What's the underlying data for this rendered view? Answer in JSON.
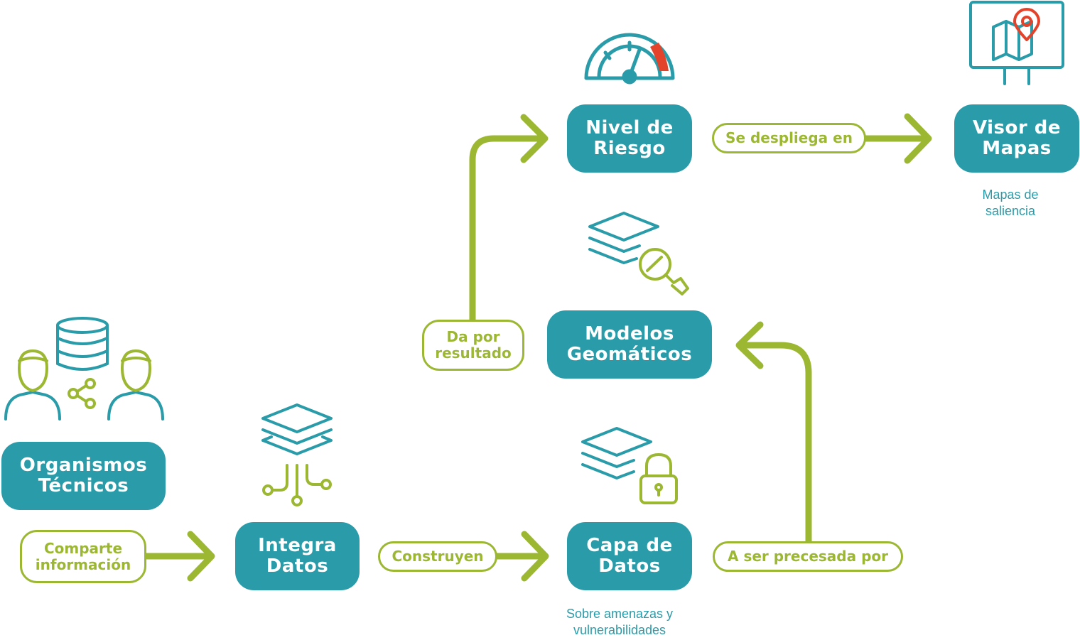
{
  "nodes": {
    "organismos": {
      "line1": "Organismos",
      "line2": "Técnicos"
    },
    "integra": {
      "line1": "Integra",
      "line2": "Datos"
    },
    "capa": {
      "line1": "Capa de",
      "line2": "Datos"
    },
    "modelos": {
      "line1": "Modelos",
      "line2": "Geomáticos"
    },
    "nivel": {
      "line1": "Nivel de",
      "line2": "Riesgo"
    },
    "visor": {
      "line1": "Visor de",
      "line2": "Mapas"
    }
  },
  "edge_labels": {
    "comparte": {
      "line1": "Comparte",
      "line2": "información"
    },
    "construyen": "Construyen",
    "precesada": "A ser precesada por",
    "resultado": {
      "line1": "Da por",
      "line2": "resultado"
    },
    "despliega": "Se despliega en"
  },
  "captions": {
    "capa": {
      "line1": "Sobre amenazas y",
      "line2": "vulnerabilidades"
    },
    "visor": {
      "line1": "Mapas de",
      "line2": "saliencia"
    }
  },
  "icons": {
    "organismos": "users-database-share-icon",
    "integra": "layers-circuit-icon",
    "capa": "layers-lock-icon",
    "modelos": "layers-search-icon",
    "nivel": "gauge-icon",
    "visor": "monitor-map-pin-icon"
  },
  "colors": {
    "teal": "#2a9ca9",
    "green": "#9cb833",
    "red": "#e4432b"
  }
}
